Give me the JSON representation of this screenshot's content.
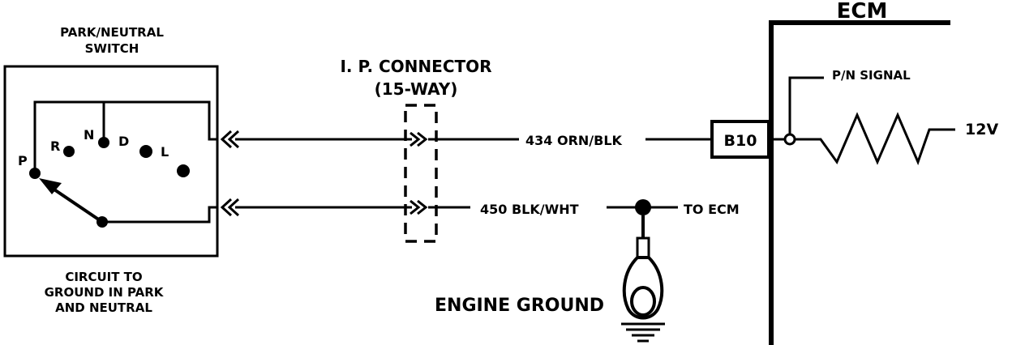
{
  "switch": {
    "title_line1": "PARK/NEUTRAL",
    "title_line2": "SWITCH",
    "positions": {
      "p": "P",
      "r": "R",
      "n": "N",
      "d": "D",
      "l": "L"
    },
    "caption_line1": "CIRCUIT TO",
    "caption_line2": "GROUND IN PARK",
    "caption_line3": "AND NEUTRAL"
  },
  "connector": {
    "label_line1": "I. P. CONNECTOR",
    "label_line2": "(15-WAY)"
  },
  "wires": {
    "upper": "434 ORN/BLK",
    "lower": "450 BLK/WHT",
    "lower_dest": "TO ECM"
  },
  "ground": {
    "label": "ENGINE GROUND"
  },
  "ecm": {
    "title": "ECM",
    "terminal": "B10",
    "signal": "P/N SIGNAL",
    "voltage": "12V"
  }
}
